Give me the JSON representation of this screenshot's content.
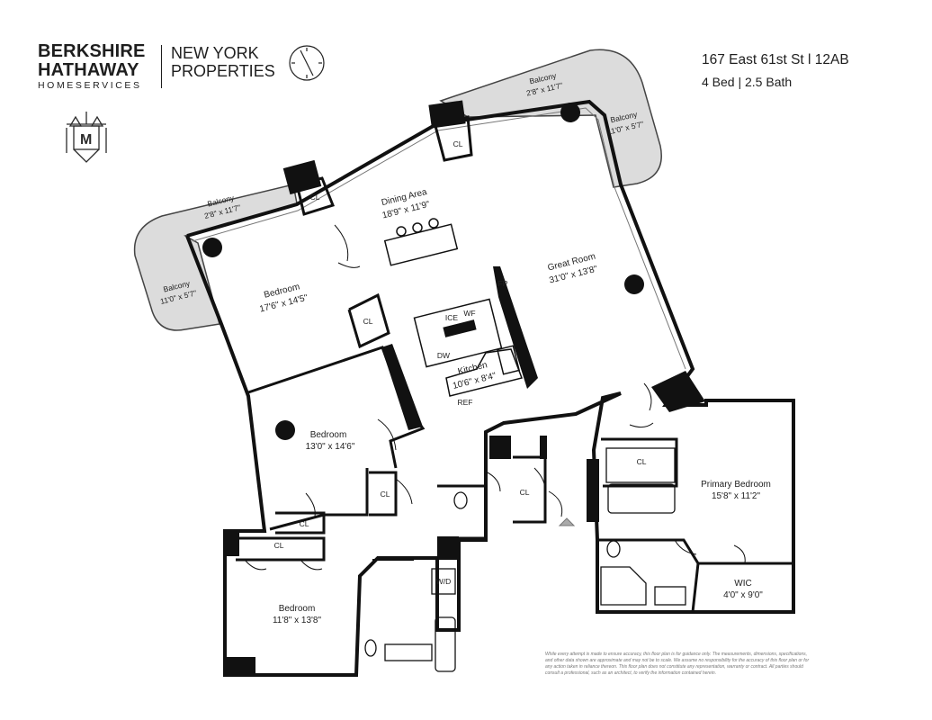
{
  "brand": {
    "line1": "BERKSHIRE",
    "line2": "HATHAWAY",
    "line3": "HOMESERVICES",
    "division_line1": "NEW YORK",
    "division_line2": "PROPERTIES"
  },
  "listing": {
    "address": "167 East 61st St l 12AB",
    "summary": "4 Bed | 2.5 Bath"
  },
  "rooms": [
    {
      "name": "Dining Area",
      "dims": "18'9\" x 11'9\""
    },
    {
      "name": "Great Room",
      "dims": "31'0\" x 13'8\""
    },
    {
      "name": "Bedroom",
      "dims": "17'6\" x 14'5\""
    },
    {
      "name": "Kitchen",
      "dims": "10'6\" x 8'4\""
    },
    {
      "name": "Bedroom",
      "dims": "13'0\" x 14'6\""
    },
    {
      "name": "Primary Bedroom",
      "dims": "15'8\" x 11'2\""
    },
    {
      "name": "Bedroom",
      "dims": "11'8\" x 13'8\""
    },
    {
      "name": "WIC",
      "dims": "4'0\" x 9'0\""
    }
  ],
  "balconies": [
    {
      "name": "Balcony",
      "dims": "2'8\" x 11'7\""
    },
    {
      "name": "Balcony",
      "dims": "11'0\" x 5'7\""
    },
    {
      "name": "Balcony",
      "dims": "2'8\" x 11'7\""
    },
    {
      "name": "Balcony",
      "dims": "11'0\" x 5'7\""
    }
  ],
  "fixtures": {
    "closet": "CL",
    "ice": "ICE",
    "wine_fridge": "WF",
    "dishwasher": "DW",
    "refrigerator": "REF",
    "fireplace": "FP",
    "washer_dryer": "W/D"
  },
  "disclaimer": "While every attempt is made to ensure accuracy, this floor plan is for guidance only. The measurements, dimensions, specifications, and other data shown are approximate and may not be to scale. We assume no responsibility for the accuracy of this floor plan or for any action taken in reliance thereon. This floor plan does not constitute any representation, warranty or contract. All parties should consult a professional, such as an architect, to verify the information contained herein."
}
